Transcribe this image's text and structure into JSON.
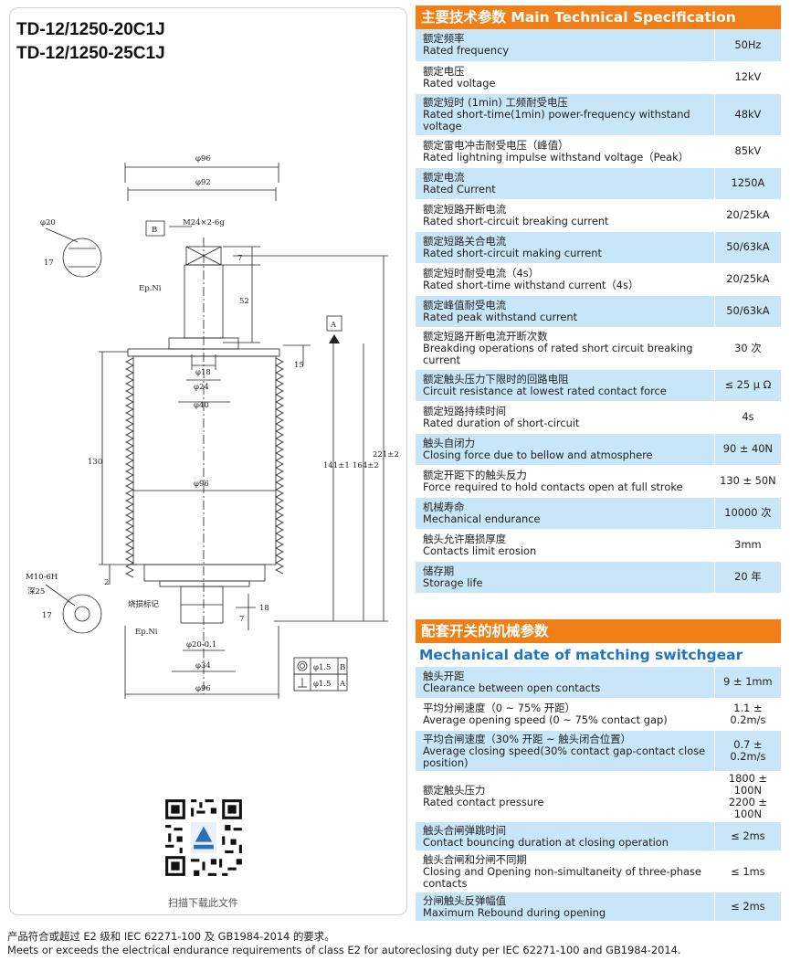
{
  "models": [
    "TD-12/1250-20C1J",
    "TD-12/1250-25C1J"
  ],
  "drawing_labels": {
    "d96_top": "φ96",
    "d92": "φ92",
    "d20": "φ20",
    "d17_top": "17",
    "thread": "M24×2-6g",
    "ref_b": "B",
    "dim_7": "7",
    "dim_52": "52",
    "ep_ni_top": "Ep.Ni",
    "ref_a": "A",
    "dim_15": "15",
    "d18": "φ18",
    "d24": "φ24",
    "d40": "φ40",
    "dim_130": "130",
    "d96_mid": "φ96",
    "dim_141": "141±1",
    "dim_164": "164±2",
    "dim_221": "221±2",
    "dim_2": "2",
    "m10": "M10-6H",
    "depth25": "深25",
    "d17_bot": "17",
    "wear_mark": "烧损标记",
    "dim_18": "18",
    "dim_7b": "7",
    "ep_ni_bot": "Ep.Ni",
    "d20_tol": "φ20-0.1",
    "d34": "φ34",
    "d96_bottom": "φ96",
    "tol_1": "φ1.5",
    "tol_1_ref": "B",
    "tol_2": "φ1.5",
    "tol_2_ref": "A"
  },
  "qr_caption": "扫描下载此文件",
  "main_spec": {
    "title": "主要技术参数 Main Technical Specification",
    "rows": [
      {
        "cn": "额定频率",
        "en": "Rated frequency",
        "value": "50Hz"
      },
      {
        "cn": "额定电压",
        "en": "Rated voltage",
        "value": "12kV"
      },
      {
        "cn": "额定短时 (1min) 工频耐受电压",
        "en": "Rated short-time(1min) power-frequency withstand voltage",
        "value": "48kV"
      },
      {
        "cn": "额定雷电冲击耐受电压（峰值）",
        "en": "Rated lightning impulse withstand voltage（Peak）",
        "value": "85kV"
      },
      {
        "cn": "额定电流",
        "en": "Rated Current",
        "value": "1250A"
      },
      {
        "cn": "额定短路开断电流",
        "en": "Rated short-circuit breaking current",
        "value": "20/25kA"
      },
      {
        "cn": "额定短路关合电流",
        "en": "Rated short-circuit making current",
        "value": "50/63kA"
      },
      {
        "cn": "额定短时耐受电流（4s）",
        "en": "Rated short-time withstand current（4s）",
        "value": "20/25kA"
      },
      {
        "cn": "额定峰值耐受电流",
        "en": "Rated peak withstand current",
        "value": "50/63kA"
      },
      {
        "cn": "额定短路开断电流开断次数",
        "en": "Breakding operations of rated short circuit breaking current",
        "value": "30 次"
      },
      {
        "cn": "额定触头压力下限时的回路电阻",
        "en": "Circuit resistance at lowest rated contact force",
        "value": "≤ 25 μ Ω"
      },
      {
        "cn": "额定短路持续时间",
        "en": "Rated duration of short-circuit",
        "value": "4s"
      },
      {
        "cn": "触头自闭力",
        "en": "Closing force due to bellow and atmosphere",
        "value": "90 ± 40N"
      },
      {
        "cn": "额定开距下的触头反力",
        "en": "Force required to hold contacts open at full stroke",
        "value": "130 ± 50N"
      },
      {
        "cn": "机械寿命",
        "en": "Mechanical endurance",
        "value": "10000 次"
      },
      {
        "cn": "触头允许磨损厚度",
        "en": "Contacts limit erosion",
        "value": "3mm"
      },
      {
        "cn": "储存期",
        "en": "Storage life",
        "value": "20 年"
      }
    ]
  },
  "mech_spec": {
    "title": "配套开关的机械参数",
    "subtitle": "Mechanical date of matching switchgear",
    "rows": [
      {
        "cn": "触头开距",
        "en": "Clearance between open contacts",
        "value": "9 ± 1mm"
      },
      {
        "cn": "平均分闸速度（0 ~ 75% 开距）",
        "en": "Average opening speed (0 ~ 75% contact gap)",
        "value": "1.1 ± 0.2m/s"
      },
      {
        "cn": "平均合闸速度（30% 开距 ~ 触头闭合位置）",
        "en": "Average closing speed(30% contact gap-contact close position)",
        "value": "0.7 ± 0.2m/s"
      },
      {
        "cn": "额定触头压力",
        "en": "Rated contact pressure",
        "value": "1800 ± 100N",
        "value2": "2200 ± 100N"
      },
      {
        "cn": "触头合闸弹跳时间",
        "en": "Contact bouncing duration at closing operation",
        "value": "≤ 2ms"
      },
      {
        "cn": "触头合闸和分闸不同期",
        "en": "Closing and Opening non-simultaneity of three-phase contacts",
        "value": "≤ 1ms"
      },
      {
        "cn": "分闸触头反弹幅值",
        "en": "Maximum Rebound during opening",
        "value": "≤ 2ms"
      }
    ]
  },
  "footer": {
    "cn": "产品符合或超过 E2 级和 IEC 62271-100 及 GB1984-2014 的要求。",
    "en": "Meets or exceeds the electrical endurance requirements of class E2 for autoreclosing duty per IEC 62271-100 and GB1984-2014."
  },
  "colors": {
    "orange": "#f07f18",
    "blue_text": "#1e74c2",
    "row_alt": "#c8e6f8"
  }
}
